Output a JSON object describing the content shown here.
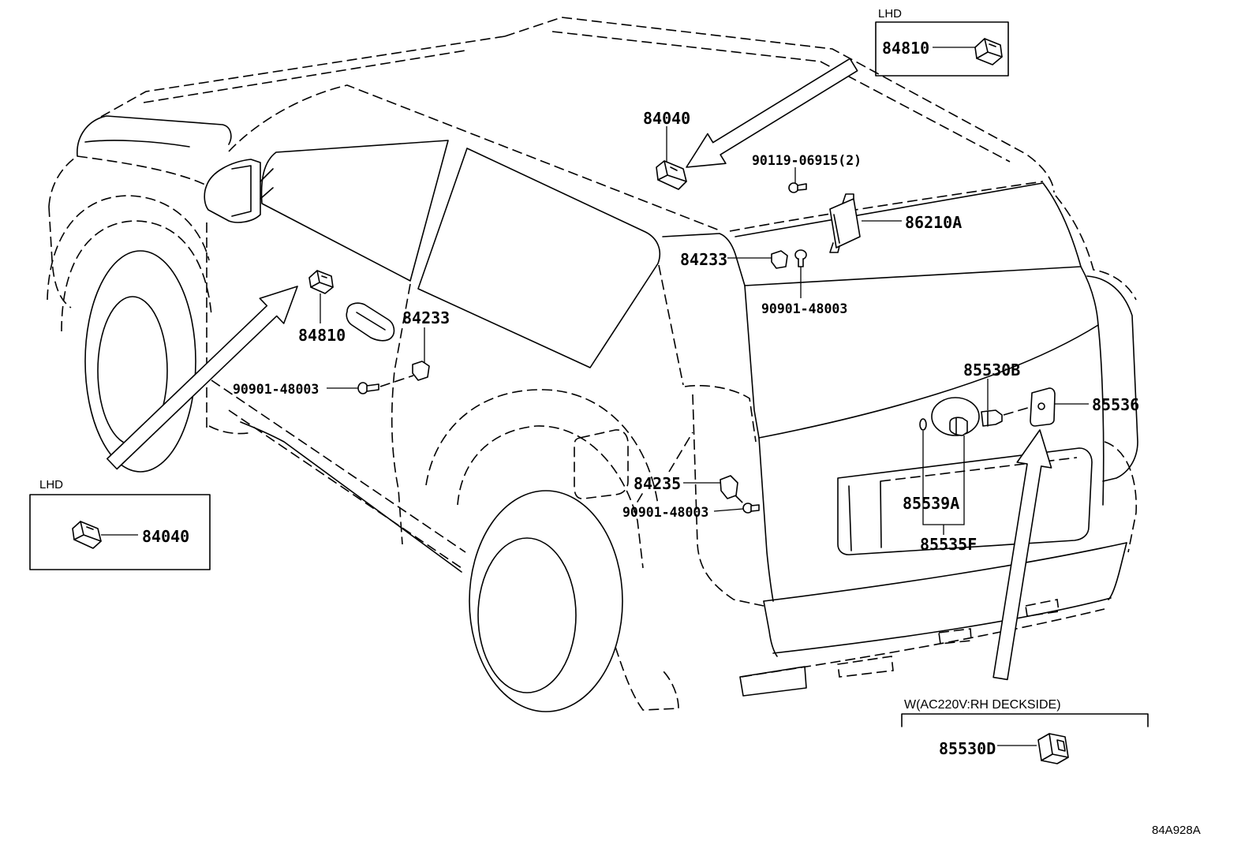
{
  "callouts": [
    "84040",
    "90119-06915(2)",
    "86210A",
    "84233",
    "90901-48003",
    "84810",
    "84233",
    "90901-48003",
    "85530B",
    "85536",
    "84235",
    "90901-48003",
    "85539A",
    "85535F"
  ],
  "insets": [
    {
      "title": "LHD",
      "part": "84810"
    },
    {
      "title": "LHD",
      "part": "84040"
    },
    {
      "title": "W(AC220V:RH DECKSIDE)",
      "part": "85530D"
    }
  ],
  "figure_code": "84A928A",
  "colors": {
    "line": "#000000",
    "background": "#ffffff"
  }
}
